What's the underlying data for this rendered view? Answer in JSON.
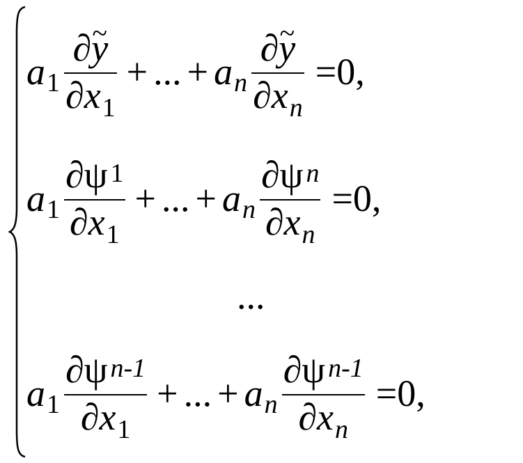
{
  "system": {
    "rows": [
      {
        "coef_a": "a",
        "coef_1": "1",
        "num_partial": "∂",
        "num_var": "y",
        "num_tilde": "~",
        "den_partial": "∂",
        "den_var": "x",
        "den_sub_1": "1",
        "plus": "+",
        "dots": "...",
        "coef_n": "n",
        "den_sub_n": "n",
        "rhs": "=0,"
      },
      {
        "coef_a": "a",
        "coef_1": "1",
        "num_partial": "∂",
        "num_fn": "ψ",
        "num_sub_left": "1",
        "num_sub_right": "n",
        "den_partial": "∂",
        "den_var": "x",
        "den_sub_1": "1",
        "plus": "+",
        "dots": "...",
        "coef_n": "n",
        "den_sub_n": "n",
        "rhs": "=0,"
      },
      {
        "coef_a": "a",
        "coef_1": "1",
        "num_partial": "∂",
        "num_fn": "ψ",
        "num_sub": "n-1",
        "den_partial": "∂",
        "den_var": "x",
        "den_sub_1": "1",
        "plus": "+",
        "dots": "...",
        "coef_n": "n",
        "den_sub_n": "n",
        "rhs": "=0,"
      }
    ],
    "ellipsis_row": "..."
  }
}
